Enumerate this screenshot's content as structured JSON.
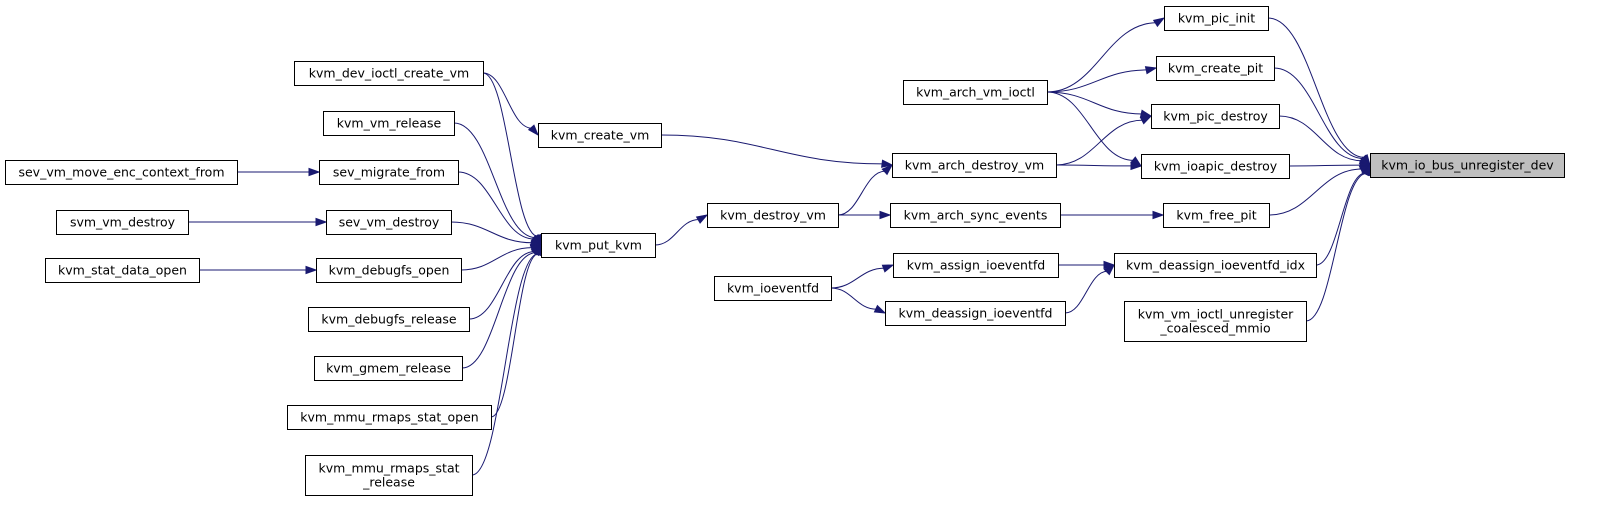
{
  "graph": {
    "root": "kvm_io_bus_unregister_dev",
    "nodes": [
      {
        "id": "kvm_io_bus_unregister_dev",
        "lines": [
          "kvm_io_bus_unregister_dev"
        ]
      },
      {
        "id": "kvm_pic_init",
        "lines": [
          "kvm_pic_init"
        ]
      },
      {
        "id": "kvm_create_pit",
        "lines": [
          "kvm_create_pit"
        ]
      },
      {
        "id": "kvm_pic_destroy",
        "lines": [
          "kvm_pic_destroy"
        ]
      },
      {
        "id": "kvm_ioapic_destroy",
        "lines": [
          "kvm_ioapic_destroy"
        ]
      },
      {
        "id": "kvm_free_pit",
        "lines": [
          "kvm_free_pit"
        ]
      },
      {
        "id": "kvm_deassign_ioeventfd_idx",
        "lines": [
          "kvm_deassign_ioeventfd_idx"
        ]
      },
      {
        "id": "kvm_vm_ioctl_unregister_coalesced_mmio",
        "lines": [
          "kvm_vm_ioctl_unregister",
          "_coalesced_mmio"
        ]
      },
      {
        "id": "kvm_arch_vm_ioctl",
        "lines": [
          "kvm_arch_vm_ioctl"
        ]
      },
      {
        "id": "kvm_arch_destroy_vm",
        "lines": [
          "kvm_arch_destroy_vm"
        ]
      },
      {
        "id": "kvm_arch_sync_events",
        "lines": [
          "kvm_arch_sync_events"
        ]
      },
      {
        "id": "kvm_assign_ioeventfd",
        "lines": [
          "kvm_assign_ioeventfd"
        ]
      },
      {
        "id": "kvm_deassign_ioeventfd",
        "lines": [
          "kvm_deassign_ioeventfd"
        ]
      },
      {
        "id": "kvm_create_vm",
        "lines": [
          "kvm_create_vm"
        ]
      },
      {
        "id": "kvm_destroy_vm",
        "lines": [
          "kvm_destroy_vm"
        ]
      },
      {
        "id": "kvm_ioeventfd",
        "lines": [
          "kvm_ioeventfd"
        ]
      },
      {
        "id": "kvm_put_kvm",
        "lines": [
          "kvm_put_kvm"
        ]
      },
      {
        "id": "kvm_dev_ioctl_create_vm",
        "lines": [
          "kvm_dev_ioctl_create_vm"
        ]
      },
      {
        "id": "kvm_vm_release",
        "lines": [
          "kvm_vm_release"
        ]
      },
      {
        "id": "sev_migrate_from",
        "lines": [
          "sev_migrate_from"
        ]
      },
      {
        "id": "sev_vm_destroy",
        "lines": [
          "sev_vm_destroy"
        ]
      },
      {
        "id": "kvm_debugfs_open",
        "lines": [
          "kvm_debugfs_open"
        ]
      },
      {
        "id": "kvm_debugfs_release",
        "lines": [
          "kvm_debugfs_release"
        ]
      },
      {
        "id": "kvm_gmem_release",
        "lines": [
          "kvm_gmem_release"
        ]
      },
      {
        "id": "kvm_mmu_rmaps_stat_open",
        "lines": [
          "kvm_mmu_rmaps_stat_open"
        ]
      },
      {
        "id": "kvm_mmu_rmaps_stat_release",
        "lines": [
          "kvm_mmu_rmaps_stat",
          "_release"
        ]
      },
      {
        "id": "sev_vm_move_enc_context_from",
        "lines": [
          "sev_vm_move_enc_context_from"
        ]
      },
      {
        "id": "svm_vm_destroy",
        "lines": [
          "svm_vm_destroy"
        ]
      },
      {
        "id": "kvm_stat_data_open",
        "lines": [
          "kvm_stat_data_open"
        ]
      }
    ],
    "edges": [
      {
        "from": "kvm_pic_init",
        "to": "kvm_io_bus_unregister_dev"
      },
      {
        "from": "kvm_create_pit",
        "to": "kvm_io_bus_unregister_dev"
      },
      {
        "from": "kvm_pic_destroy",
        "to": "kvm_io_bus_unregister_dev"
      },
      {
        "from": "kvm_ioapic_destroy",
        "to": "kvm_io_bus_unregister_dev"
      },
      {
        "from": "kvm_free_pit",
        "to": "kvm_io_bus_unregister_dev"
      },
      {
        "from": "kvm_deassign_ioeventfd_idx",
        "to": "kvm_io_bus_unregister_dev"
      },
      {
        "from": "kvm_vm_ioctl_unregister_coalesced_mmio",
        "to": "kvm_io_bus_unregister_dev"
      },
      {
        "from": "kvm_arch_vm_ioctl",
        "to": "kvm_pic_init"
      },
      {
        "from": "kvm_arch_vm_ioctl",
        "to": "kvm_create_pit"
      },
      {
        "from": "kvm_arch_vm_ioctl",
        "to": "kvm_pic_destroy"
      },
      {
        "from": "kvm_arch_vm_ioctl",
        "to": "kvm_ioapic_destroy"
      },
      {
        "from": "kvm_arch_destroy_vm",
        "to": "kvm_pic_destroy"
      },
      {
        "from": "kvm_arch_destroy_vm",
        "to": "kvm_ioapic_destroy"
      },
      {
        "from": "kvm_arch_sync_events",
        "to": "kvm_free_pit"
      },
      {
        "from": "kvm_assign_ioeventfd",
        "to": "kvm_deassign_ioeventfd_idx"
      },
      {
        "from": "kvm_deassign_ioeventfd",
        "to": "kvm_deassign_ioeventfd_idx"
      },
      {
        "from": "kvm_create_vm",
        "to": "kvm_arch_destroy_vm"
      },
      {
        "from": "kvm_destroy_vm",
        "to": "kvm_arch_destroy_vm"
      },
      {
        "from": "kvm_destroy_vm",
        "to": "kvm_arch_sync_events"
      },
      {
        "from": "kvm_ioeventfd",
        "to": "kvm_assign_ioeventfd"
      },
      {
        "from": "kvm_ioeventfd",
        "to": "kvm_deassign_ioeventfd"
      },
      {
        "from": "kvm_dev_ioctl_create_vm",
        "to": "kvm_create_vm"
      },
      {
        "from": "kvm_put_kvm",
        "to": "kvm_destroy_vm"
      },
      {
        "from": "kvm_dev_ioctl_create_vm",
        "to": "kvm_put_kvm"
      },
      {
        "from": "kvm_vm_release",
        "to": "kvm_put_kvm"
      },
      {
        "from": "sev_migrate_from",
        "to": "kvm_put_kvm"
      },
      {
        "from": "sev_vm_destroy",
        "to": "kvm_put_kvm"
      },
      {
        "from": "kvm_debugfs_open",
        "to": "kvm_put_kvm"
      },
      {
        "from": "kvm_debugfs_release",
        "to": "kvm_put_kvm"
      },
      {
        "from": "kvm_gmem_release",
        "to": "kvm_put_kvm"
      },
      {
        "from": "kvm_mmu_rmaps_stat_open",
        "to": "kvm_put_kvm"
      },
      {
        "from": "kvm_mmu_rmaps_stat_release",
        "to": "kvm_put_kvm"
      },
      {
        "from": "sev_vm_move_enc_context_from",
        "to": "sev_migrate_from"
      },
      {
        "from": "svm_vm_destroy",
        "to": "sev_vm_destroy"
      },
      {
        "from": "kvm_stat_data_open",
        "to": "kvm_debugfs_open"
      }
    ],
    "colors": {
      "edge": "#191970",
      "root_fill": "#bfbfbf",
      "node_fill": "#ffffff",
      "node_border": "#000000"
    }
  }
}
